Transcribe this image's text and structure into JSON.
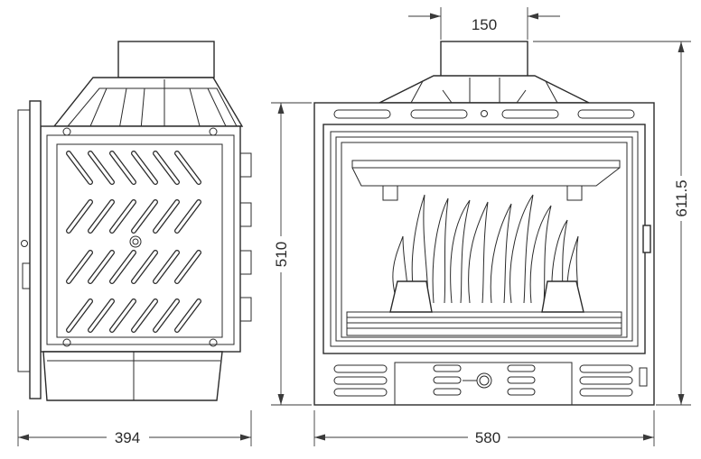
{
  "dimensions": {
    "side_depth": {
      "value": "394"
    },
    "front_width": {
      "value": "580"
    },
    "front_height": {
      "value": "510"
    },
    "total_height": {
      "value": "611.5"
    },
    "flue_diameter": {
      "value": "150"
    }
  }
}
